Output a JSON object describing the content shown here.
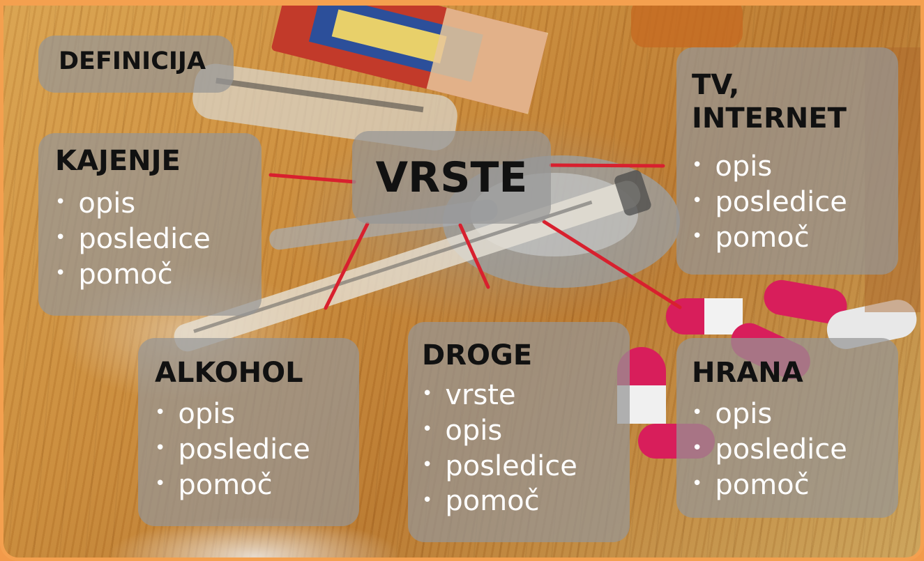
{
  "center": {
    "label": "VRSTE"
  },
  "definition": {
    "label": "DEFINICIJA"
  },
  "nodes": {
    "kajenje": {
      "title": "KAJENJE",
      "items": [
        "opis",
        "posledice",
        "pomoč"
      ]
    },
    "tv_internet": {
      "title": "TV,\nINTERNET",
      "items": [
        "opis",
        "posledice",
        "pomoč"
      ]
    },
    "alkohol": {
      "title": "ALKOHOL",
      "items": [
        "opis",
        "posledice",
        "pomoč"
      ]
    },
    "droge": {
      "title": "DROGE",
      "items": [
        "vrste",
        "opis",
        "posledice",
        "pomoč"
      ]
    },
    "hrana": {
      "title": "HRANA",
      "items": [
        "opis",
        "posledice",
        "pomoč"
      ]
    }
  },
  "colors": {
    "connector": "#d8202e",
    "box": "#969696",
    "title_text": "#111111",
    "item_text": "#ffffff",
    "border": "#f4a04f"
  }
}
